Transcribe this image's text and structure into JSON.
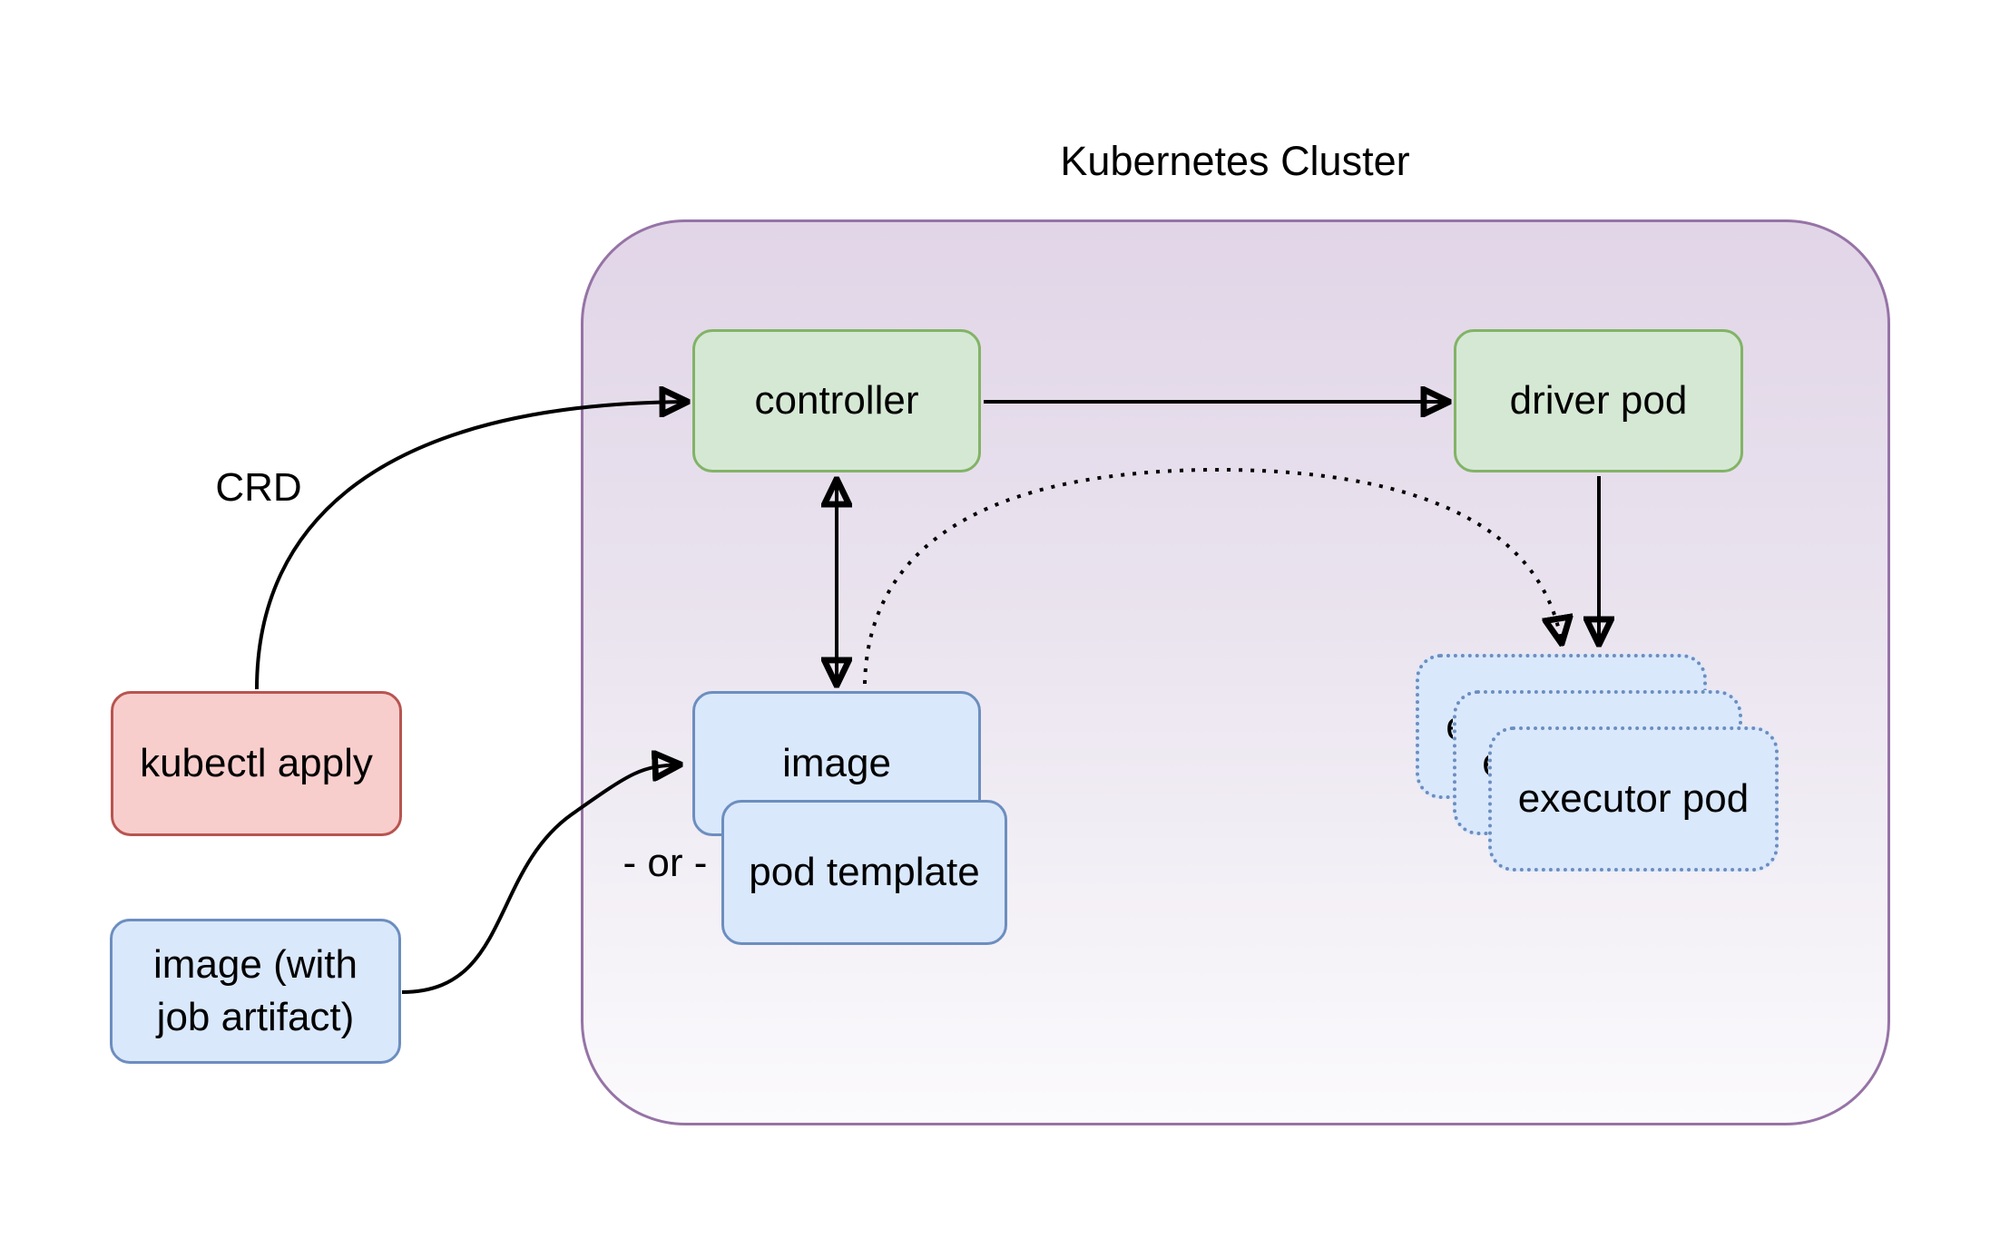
{
  "title": "Kubernetes Cluster",
  "nodes": {
    "controller": {
      "label": "controller"
    },
    "driver_pod": {
      "label": "driver pod"
    },
    "image": {
      "label": "image"
    },
    "pod_template": {
      "label": "pod template"
    },
    "executor_pod_back": {
      "label": "executor pod"
    },
    "executor_pod_mid": {
      "label": "executor pod"
    },
    "executor_pod_front": {
      "label": "executor pod"
    },
    "kubectl_apply": {
      "label": "kubectl apply"
    },
    "image_with_job_artifact": {
      "label": "image (with\njob artifact)"
    }
  },
  "edge_labels": {
    "crd": "CRD",
    "or": "- or -"
  },
  "colors": {
    "green_fill": "#d5e8d4",
    "green_stroke": "#82b366",
    "blue_fill": "#dae8fc",
    "blue_stroke": "#6c8ebf",
    "red_fill": "#f8cecc",
    "red_stroke": "#b85450",
    "cluster_stroke": "#9673a6",
    "cluster_fill_top": "#e1d5e7",
    "cluster_fill_bottom": "#fbfafc",
    "arrow": "#000000",
    "text": "#000000",
    "background": "#ffffff"
  }
}
